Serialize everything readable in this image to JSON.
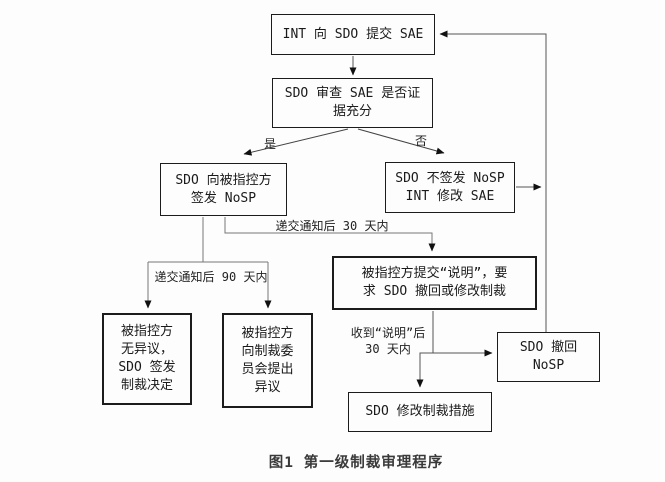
{
  "figure": {
    "caption": "图1  第一级制裁审理程序"
  },
  "nodes": {
    "submit_sae": "INT 向 SDO 提交 SAE",
    "review_sae": "SDO 审查 SAE 是否证\n据充分",
    "issue_nosp": "SDO 向被指控方\n签发 NoSP",
    "no_nosp": "SDO 不签发 NoSP\nINT 修改 SAE",
    "submit_explanation": "被指控方提交“说明”，要\n求 SDO 撤回或修改制裁",
    "no_objection": "被指控方\n无异议，\nSDO 签发\n制裁决定",
    "raise_objection": "被指控方\n向制裁委\n员会提出\n异议",
    "withdraw_nosp": "SDO 撤回\nNoSP",
    "modify_sanction": "SDO 修改制裁措施"
  },
  "edge_labels": {
    "yes": "是",
    "no": "否",
    "within_30_days_after_notice": "递交通知后 30 天内",
    "within_90_days_after_notice": "递交通知后 90 天内",
    "within_30_days_after_explanation": "收到“说明”后\n30 天内"
  }
}
